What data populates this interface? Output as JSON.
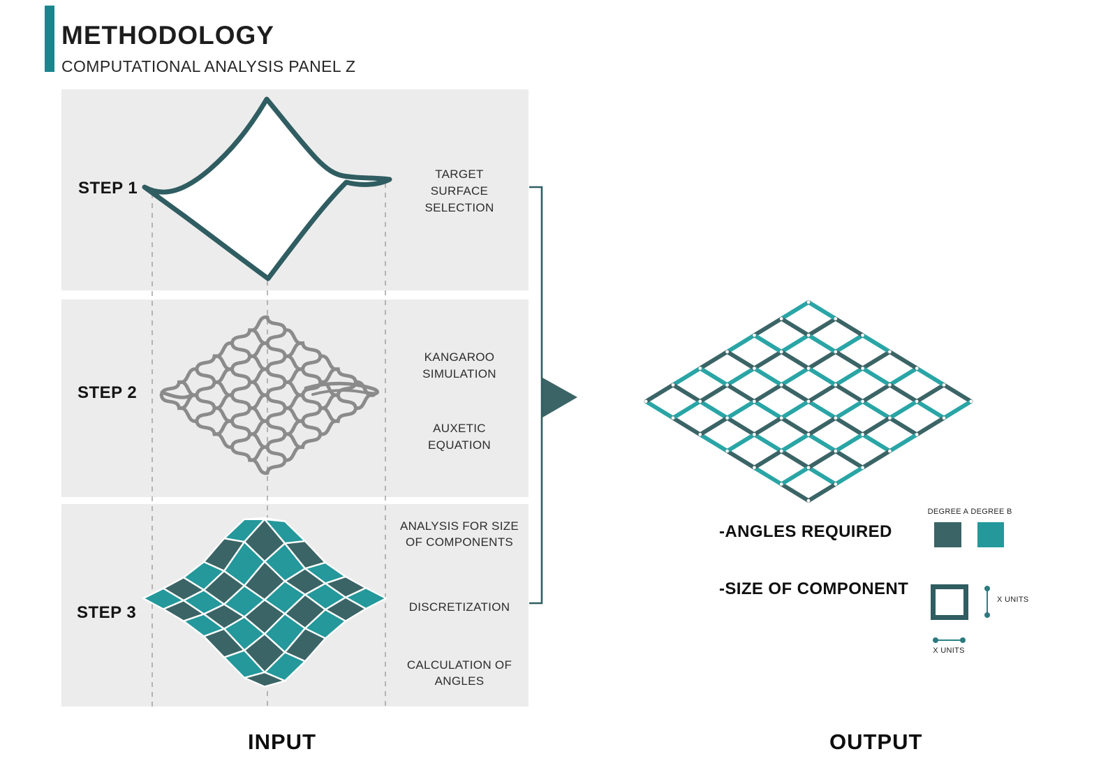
{
  "header": {
    "title": "METHODOLOGY",
    "subtitle": "COMPUTATIONAL ANALYSIS PANEL Z"
  },
  "colors": {
    "header_bar": "#1b858d",
    "accent_teal": "#24989b",
    "accent_teal_bright": "#2aa5a6",
    "dark_teal": "#3b6466",
    "dark_stroke": "#2f5d61",
    "pattern_gray": "#8b8b8b",
    "panel_gray": "#edecec"
  },
  "input": {
    "section_label": "INPUT",
    "steps": [
      {
        "label": "STEP 1"
      },
      {
        "label": "STEP 2"
      },
      {
        "label": "STEP 3"
      }
    ],
    "captions": {
      "target": "TARGET\nSURFACE\nSELECTION",
      "kangaroo": "KANGAROO\nSIMULATION",
      "auxetic": "AUXETIC\nEQUATION",
      "analysis": "ANALYSIS FOR SIZE\nOF COMPONENTS",
      "discretization": "DISCRETIZATION",
      "calculation": "CALCULATION OF\nANGLES"
    }
  },
  "output": {
    "section_label": "OUTPUT",
    "grid": {
      "rows": 6,
      "cols": 6
    },
    "legend": {
      "angles_label": "-ANGLES REQUIRED",
      "degree_a": "DEGREE A",
      "degree_b": "DEGREE B",
      "size_label": "-SIZE OF COMPONENT",
      "x_units_v": "X UNITS",
      "x_units_h": "X UNITS"
    }
  }
}
